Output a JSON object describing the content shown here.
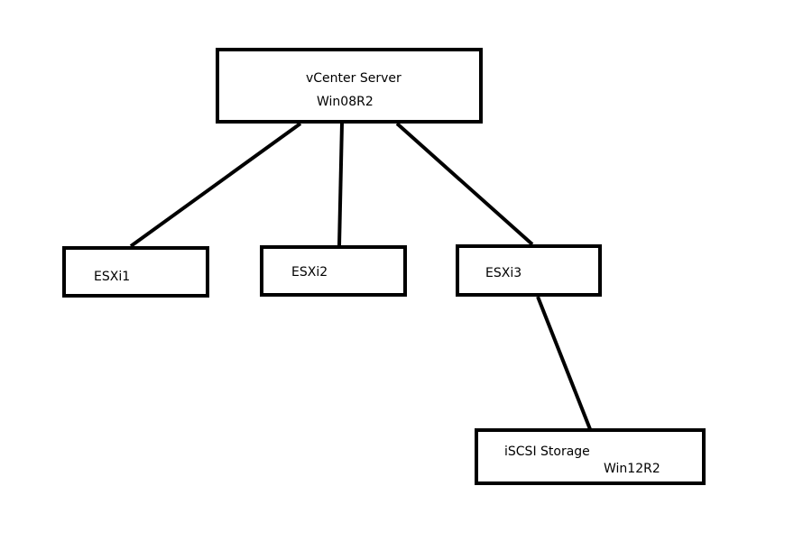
{
  "nodes": {
    "vcenter": {
      "line1": "vCenter Server",
      "line2": "Win08R2"
    },
    "esxi1": {
      "label": "ESXi1"
    },
    "esxi2": {
      "label": "ESXi2"
    },
    "esxi3": {
      "label": "ESXi3"
    },
    "iscsi": {
      "line1": "iSCSI Storage",
      "line2": "Win12R2"
    }
  },
  "edges": [
    {
      "from": "vcenter",
      "to": "esxi1"
    },
    {
      "from": "vcenter",
      "to": "esxi2"
    },
    {
      "from": "vcenter",
      "to": "esxi3"
    },
    {
      "from": "esxi3",
      "to": "iscsi"
    }
  ]
}
